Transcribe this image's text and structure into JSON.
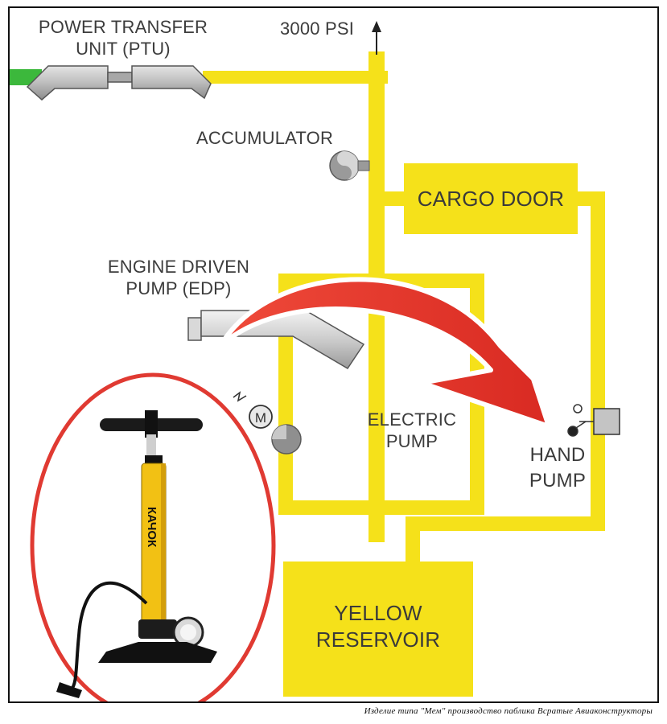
{
  "labels": {
    "ptu_line1": "POWER TRANSFER",
    "ptu_line2": "UNIT (PTU)",
    "pressure": "3000 PSI",
    "accumulator": "ACCUMULATOR",
    "cargo_door": "CARGO DOOR",
    "edp_line1": "ENGINE DRIVEN",
    "edp_line2": "PUMP (EDP)",
    "electric_line1": "ELECTRIC",
    "electric_line2": "PUMP",
    "hand_line1": "HAND",
    "hand_line2": "PUMP",
    "reservoir_line1": "YELLOW",
    "reservoir_line2": "RESERVOIR",
    "motor": "M"
  },
  "pump_photo": {
    "brand": "КАЧОК"
  },
  "caption": "Изделие типа \"Мем\" производство паблика Всратые Авиаконструкторы",
  "colors": {
    "hydraulic_yellow": "#f5e11a",
    "green_line": "#3cb83c",
    "arrow_red": "#e4362d",
    "ellipse_red": "#e03a32",
    "component_gray": "#9a9a9a"
  }
}
